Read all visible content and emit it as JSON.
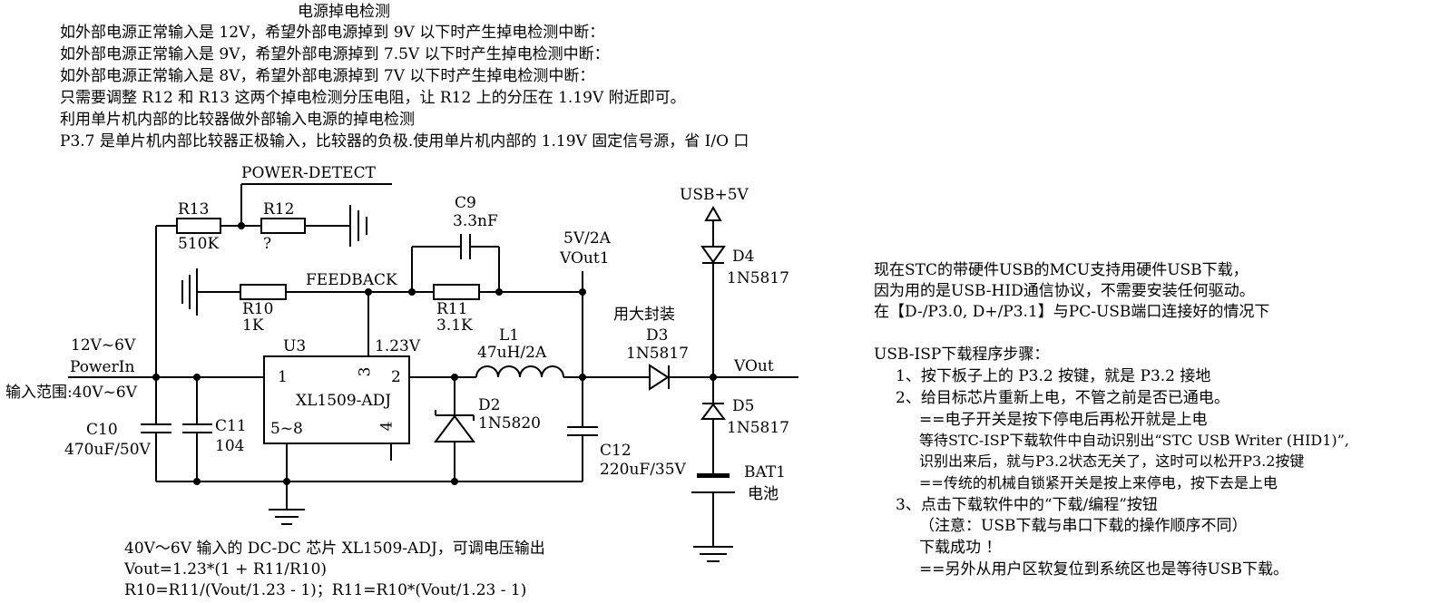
{
  "header": {
    "title": "电源掉电检测",
    "lines": [
      "如外部电源正常输入是 12V，希望外部电源掉到 9V 以下时产生掉电检测中断：",
      "如外部电源正常输入是 9V，希望外部电源掉到 7.5V 以下时产生掉电检测中断：",
      "如外部电源正常输入是 8V，希望外部电源掉到 7V 以下时产生掉电检测中断：",
      "只需要调整 R12 和 R13 这两个掉电检测分压电阻，让 R12 上的分压在 1.19V 附近即可。",
      "利用单片机内部的比较器做外部输入电源的掉电检测",
      "P3.7 是单片机内部比较器正极输入，比较器的负极.使用单片机内部的 1.19V 固定信号源，省 I/O 口"
    ]
  },
  "schematic": {
    "power_detect": "POWER-DETECT",
    "r13": {
      "name": "R13",
      "value": "510K"
    },
    "r12": {
      "name": "R12",
      "value": "?"
    },
    "c9": {
      "name": "C9",
      "value": "3.3nF"
    },
    "feedback": "FEEDBACK",
    "r10": {
      "name": "R10",
      "value": "1K"
    },
    "r11": {
      "name": "R11",
      "value": "3.1K"
    },
    "vout1": {
      "line1": "5V/2A",
      "line2": "VOut1"
    },
    "usb5v": "USB+5V",
    "d4": {
      "name": "D4",
      "value": "1N5817"
    },
    "big_package": "用大封装",
    "d3": {
      "name": "D3",
      "value": "1N5817"
    },
    "vout": "VOut",
    "d5": {
      "name": "D5",
      "value": "1N5817"
    },
    "bat1": {
      "name": "BAT1",
      "value": "电池"
    },
    "input": {
      "range": "12V~6V",
      "net": "PowerIn",
      "note": "输入范围:40V~6V"
    },
    "c10": {
      "name": "C10",
      "value": "470uF/50V"
    },
    "c11": {
      "name": "C11",
      "value": "104"
    },
    "u3": {
      "name": "U3",
      "part": "XL1509-ADJ",
      "pin1": "1",
      "pin2": "2",
      "pin3": "3",
      "pin4": "4",
      "pin58": "5~8",
      "ref_v": "1.23V"
    },
    "l1": {
      "name": "L1",
      "value": "47uH/2A"
    },
    "d2": {
      "name": "D2",
      "value": "1N5820"
    },
    "c12": {
      "name": "C12",
      "value": "220uF/35V"
    }
  },
  "formula": {
    "line1": "40V～6V 输入的 DC-DC 芯片 XL1509-ADJ，可调电压输出",
    "line2": "Vout=1.23*(1 + R11/R10)",
    "line3": "R10=R11/(Vout/1.23 - 1)；R11=R10*(Vout/1.23 - 1)"
  },
  "usb_note": {
    "lines": [
      "现在STC的带硬件USB的MCU支持用硬件USB下载，",
      "因为用的是USB-HID通信协议，不需要安装任何驱动。",
      "在【D-/P3.0, D+/P3.1】与PC-USB端口连接好的情况下"
    ]
  },
  "steps": {
    "title": "USB-ISP下载程序步骤：",
    "lines": [
      "1、按下板子上的 P3.2 按键，就是 P3.2 接地",
      "2、给目标芯片重新上电，不管之前是否已通电。",
      "==电子开关是按下停电后再松开就是上电",
      "等待STC-ISP下载软件中自动识别出“STC USB Writer (HID1)”,",
      "识别出来后，就与P3.2状态无关了，这时可以松开P3.2按键",
      "==传统的机械自锁紧开关是按上来停电，按下去是上电",
      "3、点击下载软件中的“下载/编程”按钮",
      "（注意：USB下载与串口下载的操作顺序不同）",
      "下载成功 ！",
      "==另外从用户区软复位到系统区也是等待USB下载。"
    ]
  }
}
